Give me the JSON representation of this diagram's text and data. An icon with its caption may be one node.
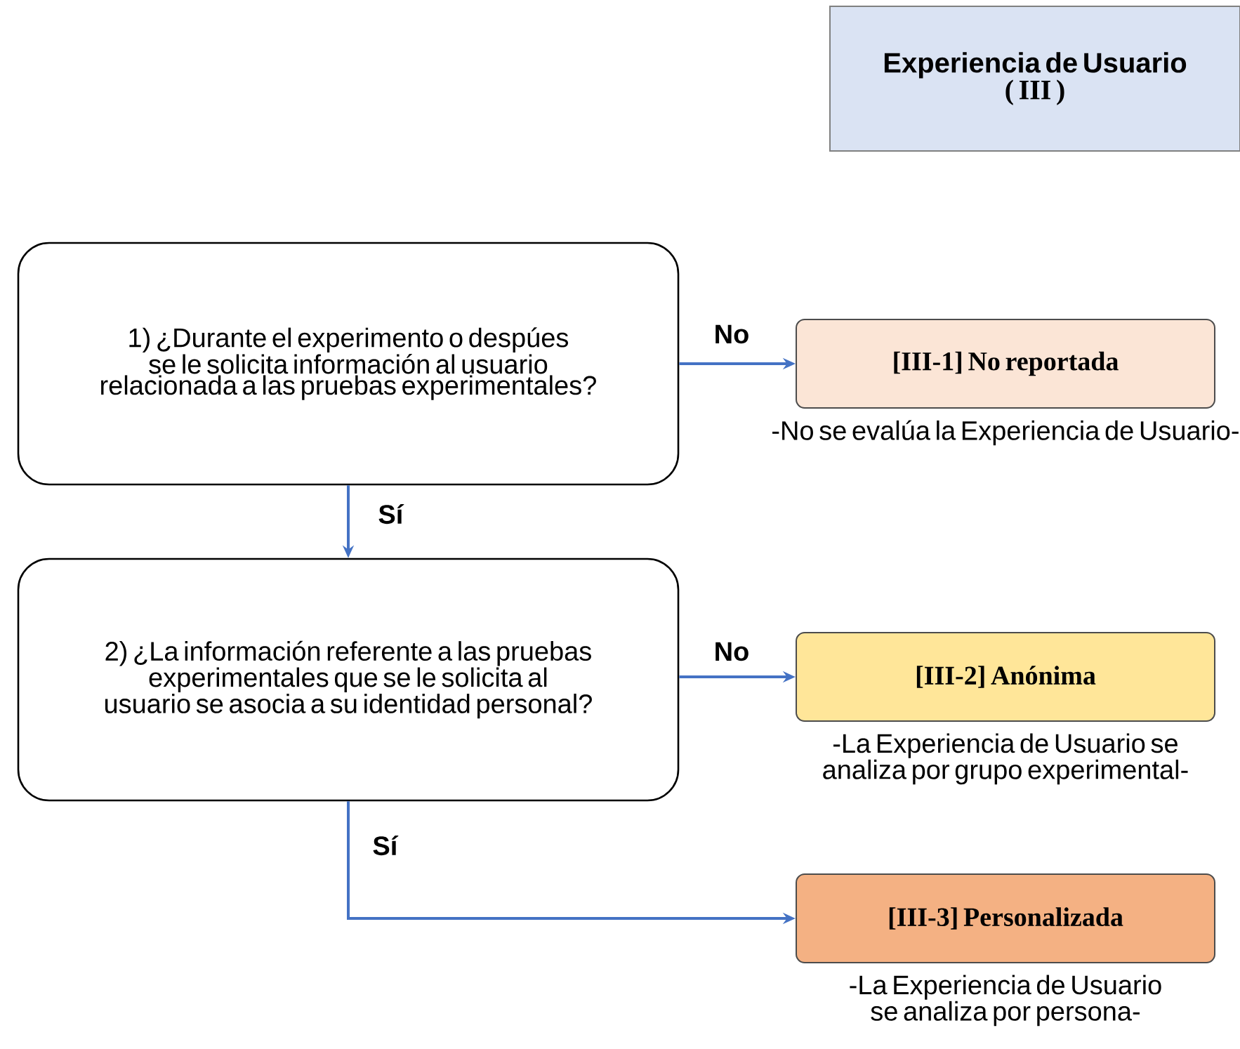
{
  "diagram": {
    "nodes": [
      {
        "text": [
          "Experiencia de Usuario",
          "( III )"
        ]
      },
      {
        "text": [
          "1) ¿Durante el experimento o despúes se le solicita información al usuario relacionada a las pruebas experimentales?"
        ]
      },
      {
        "text": [
          "[III-1] No reportada"
        ],
        "beside": [
          "-No se evalúa la Experiencia de Usuario-"
        ]
      },
      {
        "text": [
          "2) ¿La información referente a las pruebas experimentales que se le solicita al usuario se asocia a su identidad personal?"
        ]
      },
      {
        "text": [
          "[III-2]  Anónima"
        ],
        "beside": [
          "-La Experiencia de Usuario se analiza por grupo experimental-"
        ]
      },
      {
        "text": [
          "[III-3]  Personalizada"
        ],
        "beside": [
          "-La Experiencia de Usuario se analiza por persona-"
        ]
      }
    ],
    "edges": [
      {
        "from": 1,
        "to": 2,
        "arrow": "to",
        "label": "No"
      },
      {
        "from": 1,
        "to": 3,
        "arrow": "to",
        "label": "Sí"
      },
      {
        "from": 3,
        "to": 4,
        "arrow": "to",
        "label": "No"
      },
      {
        "from": 3,
        "to": 5,
        "arrow": "to",
        "label": "Sí"
      }
    ]
  }
}
